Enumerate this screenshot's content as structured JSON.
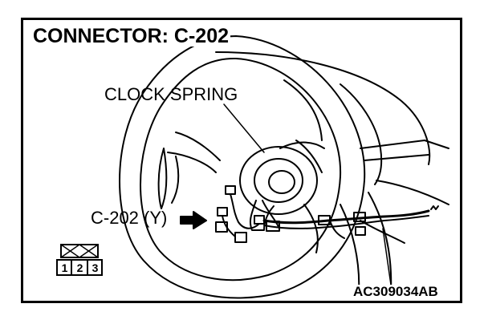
{
  "title": "CONNECTOR: C-202",
  "labels": {
    "clock_spring": "CLOCK SPRING",
    "connector": "C-202 (Y)",
    "figure_code": "AC309034AB"
  },
  "pins": [
    "1",
    "2",
    "3"
  ],
  "colors": {
    "line": "#000000",
    "background": "#ffffff"
  }
}
